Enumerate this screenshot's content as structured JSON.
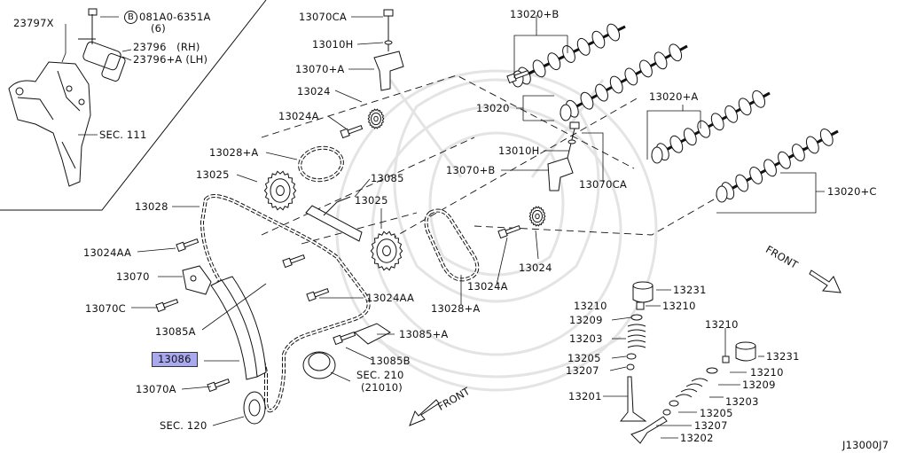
{
  "labels": {
    "p23797x": "23797X",
    "bolt_b": "B",
    "bolt_num": "081A0-6351A",
    "bolt_qty": "(6)",
    "p23796": "23796   (RH)",
    "p23796a": "23796+A (LH)",
    "sec111": "SEC. 111",
    "p13070ca_top": "13070CA",
    "p13010h_top": "13010H",
    "p13070a_top": "13070+A",
    "p13024_top": "13024",
    "p13024a_top": "13024A",
    "p13020b": "13020+B",
    "p13020": "13020",
    "p13020a": "13020+A",
    "p13010h_mid": "13010H",
    "p13070b": "13070+B",
    "p13070ca_mid": "13070CA",
    "p13020c": "13020+C",
    "p13028a_top": "13028+A",
    "p13025_left": "13025",
    "p13085": "13085",
    "p13025_mid": "13025",
    "p13028": "13028",
    "p13024aa_left": "13024AA",
    "p13070": "13070",
    "p13070c": "13070C",
    "p13024aa_mid": "13024AA",
    "p13024a_mid": "13024A",
    "p13024_mid": "13024",
    "p13028a_mid": "13028+A",
    "p13085a": "13085A",
    "p13086": "13086",
    "p13085plusa": "13085+A",
    "p13085b": "13085B",
    "p13070a_bot": "13070A",
    "sec210": "SEC. 210",
    "sec210sub": "(21010)",
    "sec120": "SEC. 120",
    "front_right": "FRONT",
    "front_bottom": "FRONT",
    "p13231_a": "13231",
    "p13210_a": "13210",
    "p13210_b": "13210",
    "p13209_a": "13209",
    "p13203_a": "13203",
    "p13205_a": "13205",
    "p13207_a": "13207",
    "p13201": "13201",
    "p13210_c": "13210",
    "p13231_b": "13231",
    "p13210_d": "13210",
    "p13209_b": "13209",
    "p13203_b": "13203",
    "p13205_b": "13205",
    "p13207_b": "13207",
    "p13202": "13202",
    "diagram_id": "J13000J7"
  },
  "colors": {
    "line": "#111111",
    "highlight": "#a9a9f0",
    "watermark": "#e6e6e6"
  }
}
